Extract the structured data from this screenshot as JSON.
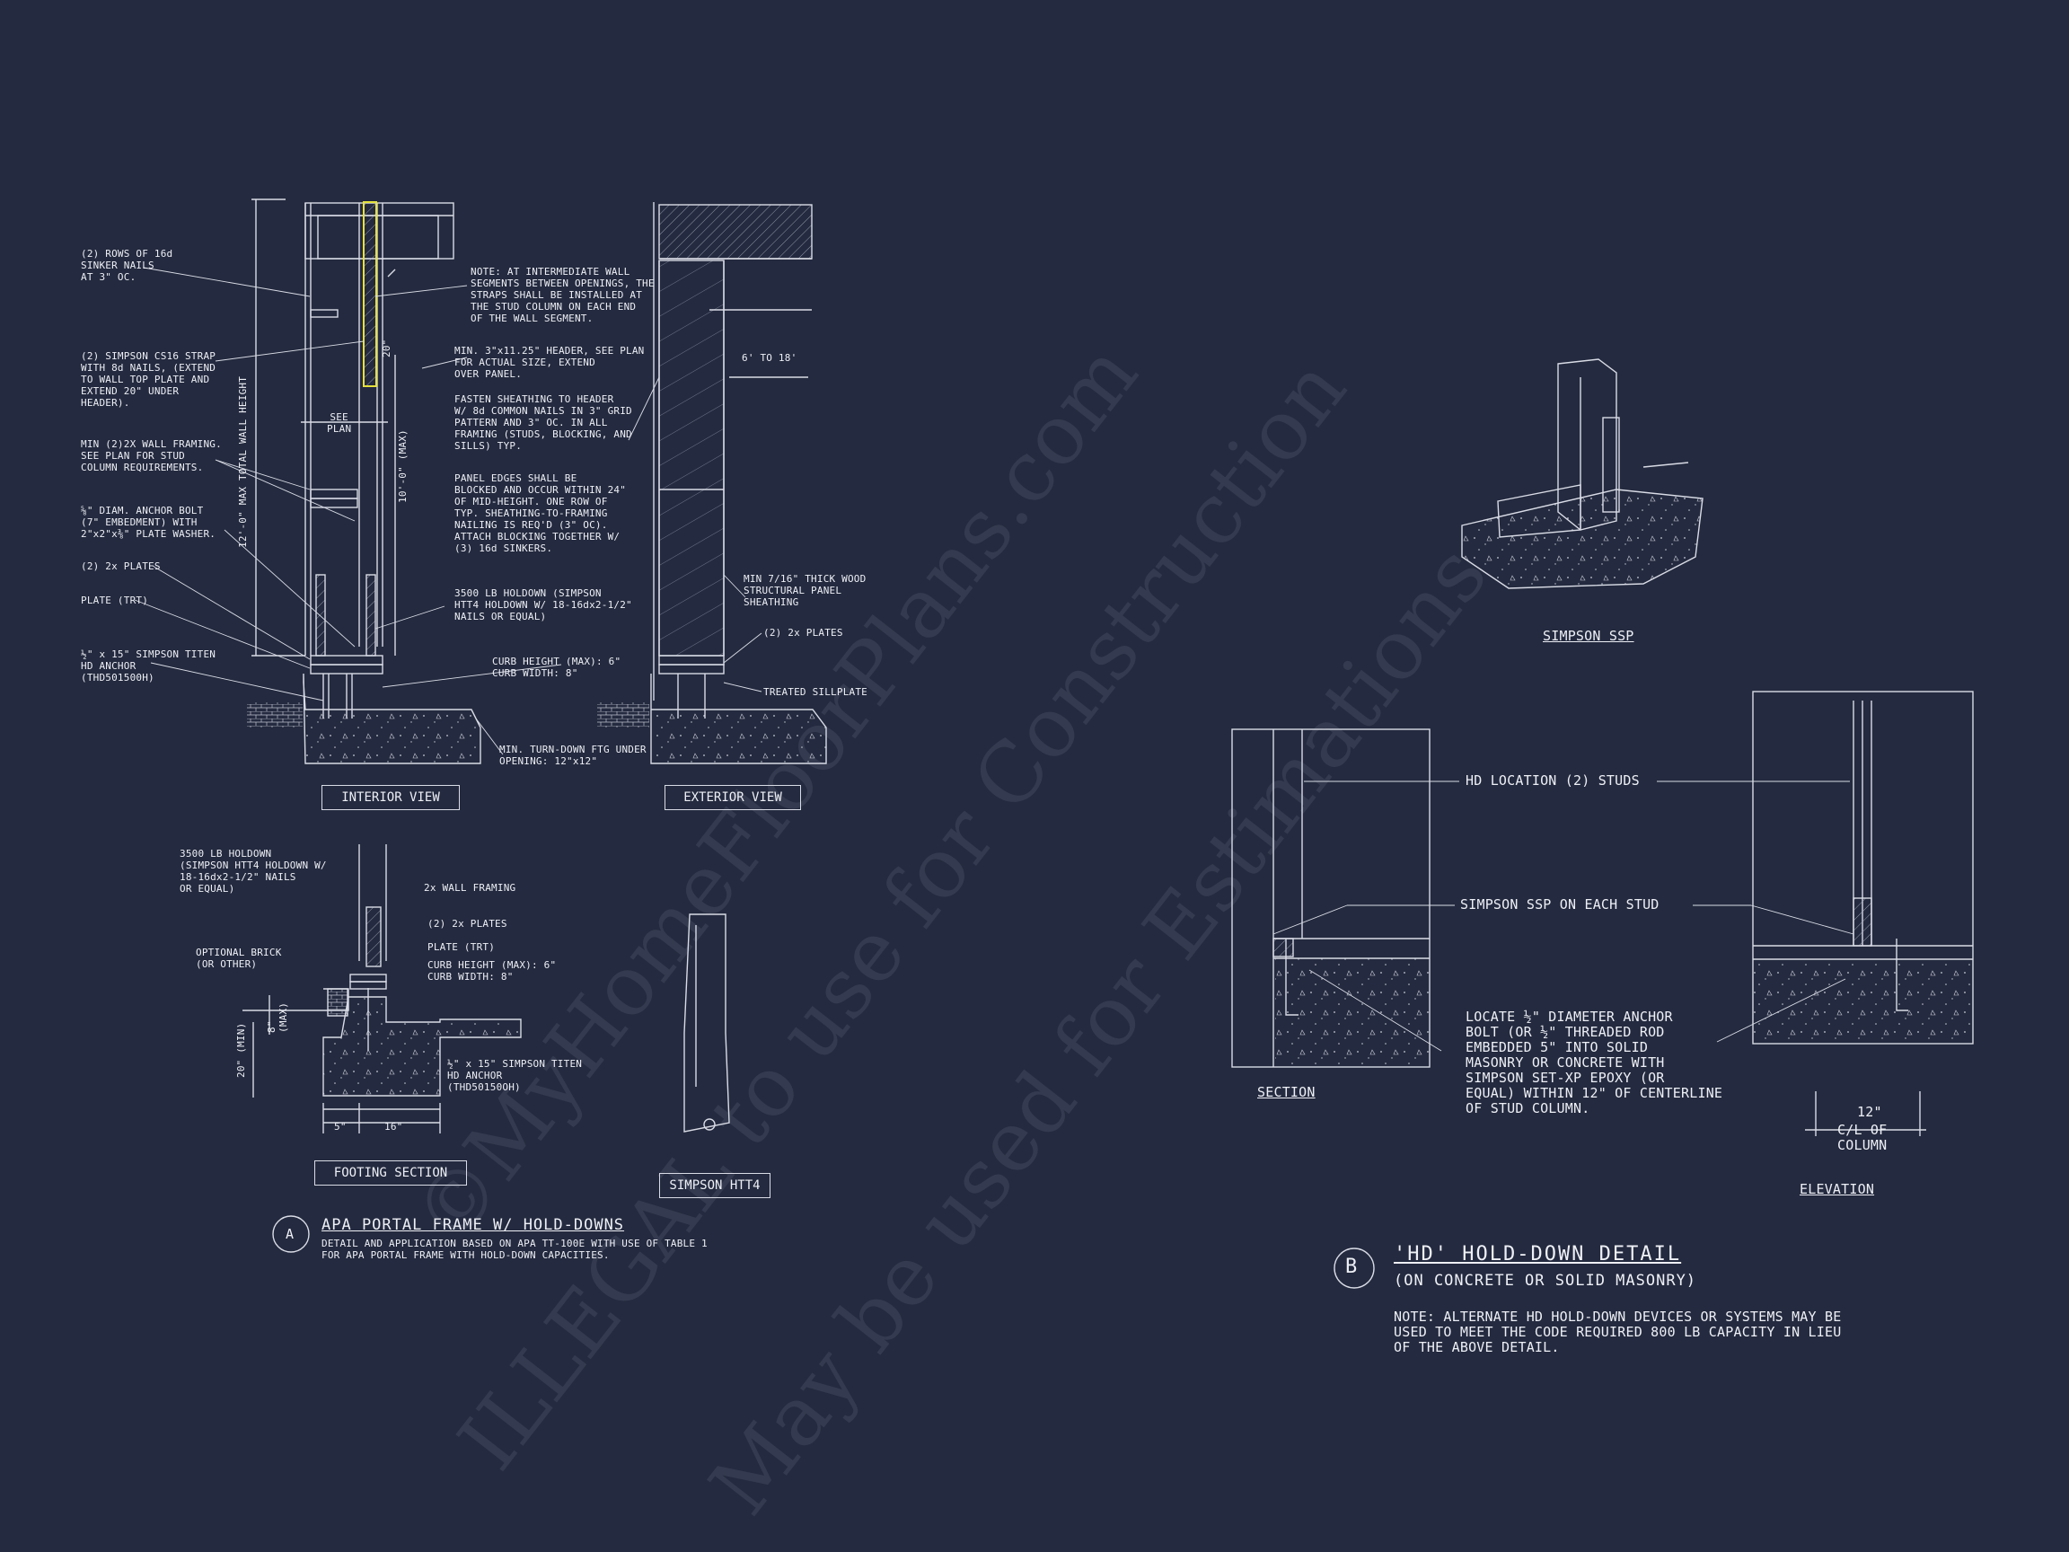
{
  "detail_a": {
    "title": "APA PORTAL FRAME W/ HOLD-DOWNS",
    "note": "DETAIL AND APPLICATION BASED ON APA TT-100E WITH USE OF TABLE 1\nFOR APA PORTAL FRAME WITH HOLD-DOWN CAPACITIES.",
    "marker": "A",
    "labels_left": [
      "(2) ROWS OF 16d\nSINKER NAILS\nAT 3\" OC.",
      "(2) SIMPSON CS16 STRAP\nWITH 8d NAILS, (EXTEND\nTO WALL TOP PLATE AND\nEXTEND 20\" UNDER\nHEADER).",
      "MIN (2)2X WALL FRAMING.\nSEE PLAN FOR STUD\nCOLUMN REQUIREMENTS.",
      "⅝\" DIAM. ANCHOR BOLT\n(7\" EMBEDMENT) WITH\n2\"x2\"x⅜\" PLATE WASHER.",
      "(2) 2x PLATES",
      "PLATE (TRT)",
      "½\" x 15\" SIMPSON TITEN\nHD ANCHOR\n(THD501500H)"
    ],
    "labels_mid": [
      "NOTE: AT INTERMEDIATE WALL\nSEGMENTS BETWEEN OPENINGS, THE\nSTRAPS SHALL BE INSTALLED AT\nTHE STUD COLUMN ON EACH END\nOF THE WALL SEGMENT.",
      "MIN. 3\"x11.25\" HEADER, SEE PLAN\nFOR ACTUAL SIZE, EXTEND\nOVER PANEL.",
      "FASTEN SHEATHING TO HEADER\nW/ 8d COMMON NAILS IN 3\" GRID\nPATTERN AND 3\" OC. IN ALL\nFRAMING (STUDS, BLOCKING, AND\nSILLS) TYP.",
      "PANEL EDGES SHALL BE\nBLOCKED AND OCCUR WITHIN 24\"\nOF MID-HEIGHT. ONE ROW OF\nTYP. SHEATHING-TO-FRAMING\nNAILING IS REQ'D (3\" OC).\nATTACH BLOCKING TOGETHER W/\n(3) 16d SINKERS.",
      "3500 LB HOLDOWN (SIMPSON\nHTT4 HOLDOWN W/ 18-16dx2-1/2\"\nNAILS OR EQUAL)",
      "CURB HEIGHT (MAX): 6\"\nCURB WIDTH: 8\"",
      "MIN. TURN-DOWN FTG UNDER\nOPENING: 12\"x12\""
    ],
    "labels_ext": [
      "6' TO 18'",
      "MIN 7/16\" THICK WOOD\nSTRUCTURAL PANEL\nSHEATHING",
      "(2) 2x PLATES",
      "TREATED SILLPLATE"
    ],
    "dims": {
      "total_height": "12'-0\" MAX TOTAL WALL HEIGHT",
      "strap": "20\"",
      "max_height": "10'-0\" (MAX)",
      "see_plan": "SEE\nPLAN"
    },
    "footing": {
      "labels_left": [
        "3500 LB HOLDOWN\n(SIMPSON HTT4 HOLDOWN W/\n18-16dx2-1/2\" NAILS\nOR EQUAL)",
        "OPTIONAL BRICK\n(OR OTHER)"
      ],
      "labels_right": [
        "2x WALL FRAMING",
        "(2) 2x PLATES",
        "PLATE (TRT)",
        "CURB HEIGHT (MAX): 6\"\nCURB WIDTH: 8\"",
        "½\" x 15\" SIMPSON TITEN\nHD ANCHOR\n(THD50150OH)"
      ],
      "dims": [
        "8\"\n(MAX)",
        "20\" (MIN)",
        "5\"",
        "16\""
      ]
    },
    "captions": [
      "INTERIOR VIEW",
      "EXTERIOR VIEW",
      "FOOTING SECTION",
      "SIMPSON HTT4"
    ]
  },
  "detail_b": {
    "marker": "B",
    "title": "'HD' HOLD-DOWN DETAIL",
    "subtitle": "(ON CONCRETE OR SOLID MASONRY)",
    "note": "NOTE: ALTERNATE HD HOLD-DOWN DEVICES OR SYSTEMS MAY BE\nUSED TO MEET THE CODE REQUIRED 800 LB CAPACITY IN LIEU\nOF THE ABOVE DETAIL.",
    "callout_location": "HD LOCATION (2) STUDS",
    "callout_ssp": "SIMPSON SSP ON EACH STUD",
    "callout_anchor": "LOCATE ½\" DIAMETER ANCHOR\nBOLT (OR ½\" THREADED ROD\nEMBEDDED 5\" INTO SOLID\nMASONRY OR CONCRETE WITH\nSIMPSON SET-XP EPOXY (OR\nEQUAL) WITHIN 12\" OF CENTERLINE\nOF STUD COLUMN.",
    "dim_12": "12\"",
    "dim_cl": "C/L OF\nCOLUMN",
    "captions": [
      "SIMPSON SSP",
      "SECTION",
      "ELEVATION"
    ]
  },
  "watermark": [
    "©MyHomeFloorPlans.com",
    "ILLEGAL to use for Construction",
    "May be used for Estimations"
  ],
  "colors": {
    "background": "#242a3f",
    "line": "#d9dce6",
    "highlight": "#e6e23a"
  }
}
